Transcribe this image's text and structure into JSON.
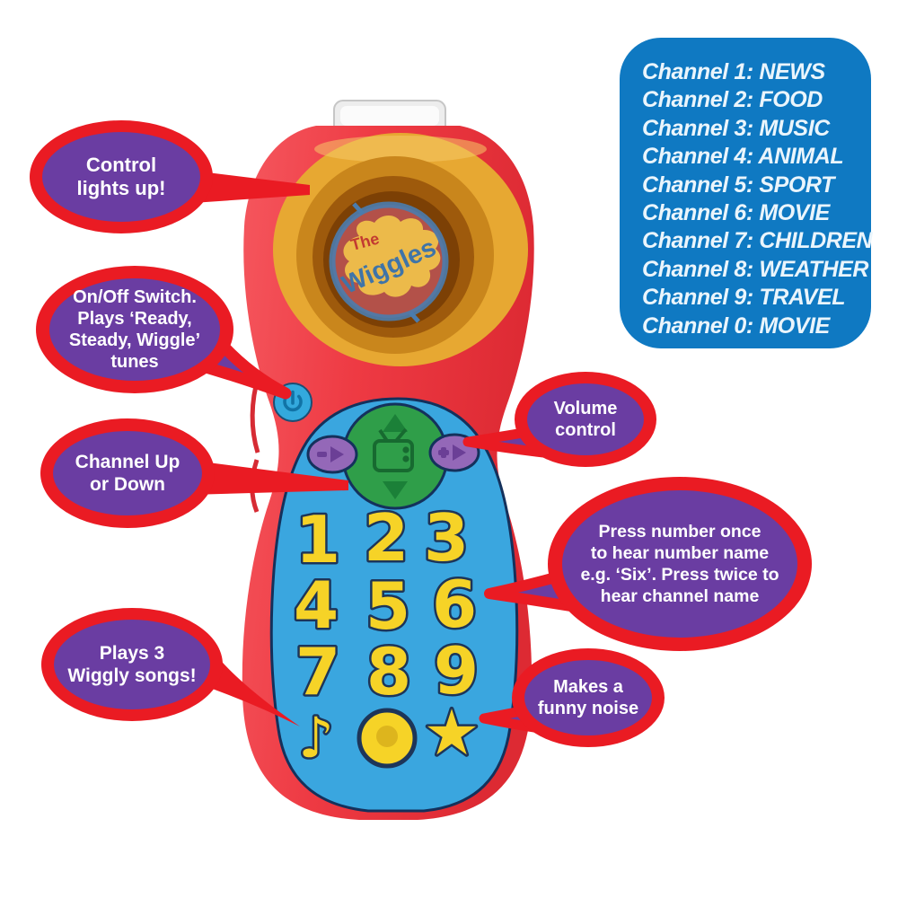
{
  "channel_panel": {
    "lines": [
      "Channel 1: NEWS",
      "Channel 2: FOOD",
      "Channel 3: MUSIC",
      "Channel 4: ANIMAL",
      "Channel 5: SPORT",
      "Channel 6: MOVIE",
      "Channel 7: CHILDREN",
      "Channel 8: WEATHER",
      "Channel 9: TRAVEL",
      "Channel 0: MOVIE"
    ]
  },
  "callouts": {
    "control_lights": {
      "lines": [
        "Control",
        "lights up!"
      ]
    },
    "on_off": {
      "lines": [
        "On/Off Switch.",
        "Plays ‘Ready,",
        "Steady, Wiggle’",
        "tunes"
      ]
    },
    "channel_updown": {
      "lines": [
        "Channel Up",
        "or Down"
      ]
    },
    "volume": {
      "lines": [
        "Volume",
        "control"
      ]
    },
    "press_number": {
      "lines": [
        "Press number once",
        "to hear number name",
        "e.g. ‘Six’. Press twice to",
        "hear channel name"
      ]
    },
    "plays_songs": {
      "lines": [
        "Plays 3",
        "Wiggly songs!"
      ]
    },
    "funny_noise": {
      "lines": [
        "Makes a",
        "funny noise"
      ]
    }
  },
  "toy": {
    "logo": {
      "the": "The",
      "wiggles": "Wiggles"
    },
    "keypad": [
      "1",
      "2",
      "3",
      "4",
      "5",
      "6",
      "7",
      "8",
      "9",
      "♪",
      "0",
      "★"
    ]
  },
  "icons": {
    "power": "power-icon",
    "tv": "tv-icon",
    "up_arrow": "up-arrow-icon",
    "down_arrow": "down-arrow-icon",
    "volume_down": "volume-down-icon",
    "volume_up": "volume-up-icon",
    "music_note": "music-note-icon",
    "star": "star-icon"
  },
  "colors": {
    "panel_blue": "#0f79c2",
    "bubble_purple": "#6a3da2",
    "callout_red": "#ea1b23",
    "body_red": "#ee3a43",
    "dome_gold": "#e7a832",
    "dome_amber": "#7c4005",
    "logo_red": "#b35149",
    "logo_blob_yellow": "#ecba4a",
    "logo_ring_blue": "#4a7cae",
    "keypad_blue": "#3aa6df",
    "button_yellow": "#f6d327",
    "button_outline": "#1d3559",
    "dpad_green": "#2f9e49",
    "volume_purple": "#9468b8",
    "power_blue": "#33a9dd",
    "text_white": "#ffffff"
  }
}
